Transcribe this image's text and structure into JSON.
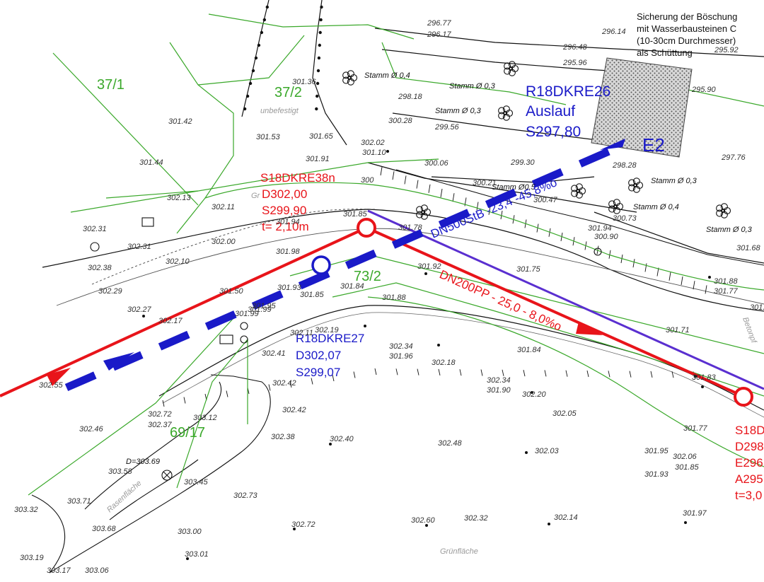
{
  "colors": {
    "sewer_red": "#e8141a",
    "sewer_blue": "#1a1ac8",
    "parcel_green": "#3aa82a",
    "purple": "#5a2fd0",
    "linework": "#111111"
  },
  "parcels": [
    "37/1",
    "37/2",
    "73/2",
    "69/17"
  ],
  "terrain_notes": {
    "unbefestigt": "unbefestigt",
    "rasenflaeche": "Rasenfläche",
    "gruenflaeche": "Grünfläche",
    "betonpf": "Betonpf",
    "gr": "Gr",
    "diameter": "D=303.69"
  },
  "trees": [
    "Stamm Ø 0,4",
    "Stamm Ø 0,3",
    "Stamm Ø 0,3",
    "Stamm Ø 0,3",
    "Stamm Ø 0,4",
    "Stamm Ø 0,3"
  ],
  "stamm_minor": "Stamm Ø0,5",
  "slope_note": {
    "line1": "Sicherung der Böschung",
    "line2": "mit Wasserbausteinen C",
    "line3": "(10-30cm Durchmesser)",
    "line4": "als Schüttung"
  },
  "structures": {
    "s18_38n": {
      "name": "S18DKRE38n",
      "d": "D302,00",
      "s": "S299,90",
      "t": "t= 2,10m"
    },
    "r18_27": {
      "name": "R18DKRE27",
      "d": "D302,07",
      "s": "S299,07"
    },
    "r18_26": {
      "name": "R18DKRE26",
      "type": "Auslauf",
      "s": "S297,80"
    },
    "s18_right": {
      "name": "S18D",
      "d": "D298",
      "e": "E296",
      "a": "A295",
      "t": "t=3,0"
    },
    "e2": "E2"
  },
  "pipes": {
    "red": "DN200PP - 25,0 - 8,0%o",
    "blue": "DN500StB -23,4 -45,8%o"
  },
  "spot_heights": [
    "296.77",
    "296.17",
    "296.14",
    "296.48",
    "295.96",
    "295.92",
    "295.90",
    "298.18",
    "300.28",
    "299.56",
    "301.36",
    "301.42",
    "301.53",
    "301.65",
    "302.02",
    "301.10",
    "301.44",
    "301.91",
    "300.06",
    "299.30",
    "300.21",
    "300.47",
    "298.28",
    "297.76",
    "302.13",
    "302.11",
    "301.94",
    "301.85",
    "301.78",
    "300.73",
    "301.94",
    "300.90",
    "301.68",
    "302.31",
    "302.31",
    "302.00",
    "302.38",
    "302.10",
    "301.98",
    "301.92",
    "301.75",
    "301.88",
    "301.77",
    "302.29",
    "301.93",
    "301.84",
    "302.27",
    "302.17",
    "301.99",
    "301.95",
    "301.85",
    "301.88",
    "302.19",
    "302.11",
    "302.34",
    "301.96",
    "301.84",
    "302.18",
    "301.71",
    "302.55",
    "302.41",
    "302.42",
    "302.34",
    "301.90",
    "302.20",
    "301.83",
    "302.72",
    "302.37",
    "303.12",
    "302.42",
    "302.05",
    "302.46",
    "302.38",
    "302.40",
    "302.48",
    "302.03",
    "301.77",
    "301.95",
    "302.06",
    "301.85",
    "303.58",
    "303.45",
    "301.93",
    "303.71",
    "302.73",
    "303.32",
    "303.68",
    "302.72",
    "302.60",
    "302.32",
    "302.14",
    "301.97",
    "303.00",
    "303.19",
    "303.01",
    "303.17",
    "303.06",
    "301.",
    "300",
    "301.50",
    "301.99",
    "D=303.69"
  ]
}
